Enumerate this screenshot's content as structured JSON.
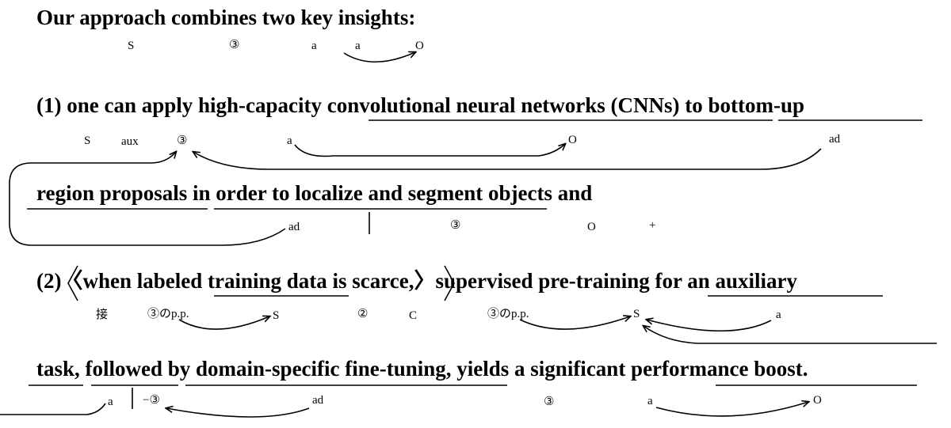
{
  "lines": [
    "Our approach combines two key insights:",
    "(1) one can apply high-capacity convolutional neural networks (CNNs) to bottom-up",
    "region proposals in order to localize and segment objects and",
    "(2)〈when labeled training data is scarce,〉supervised pre-training for an auxiliary",
    "task, followed by domain-specific fine-tuning, yields a significant performance boost."
  ],
  "tags": {
    "l1": [
      "S",
      "③",
      "a",
      "a",
      "O"
    ],
    "l2": [
      "S",
      "aux",
      "③",
      "a",
      "O",
      "ad"
    ],
    "l3": [
      "ad",
      "③",
      "O",
      "+"
    ],
    "l4": [
      "接",
      "③のp.p.",
      "S",
      "②",
      "C",
      "③のp.p.",
      "S",
      "a"
    ],
    "l5": [
      "a",
      "−③",
      "ad",
      "③",
      "a",
      "O"
    ]
  }
}
